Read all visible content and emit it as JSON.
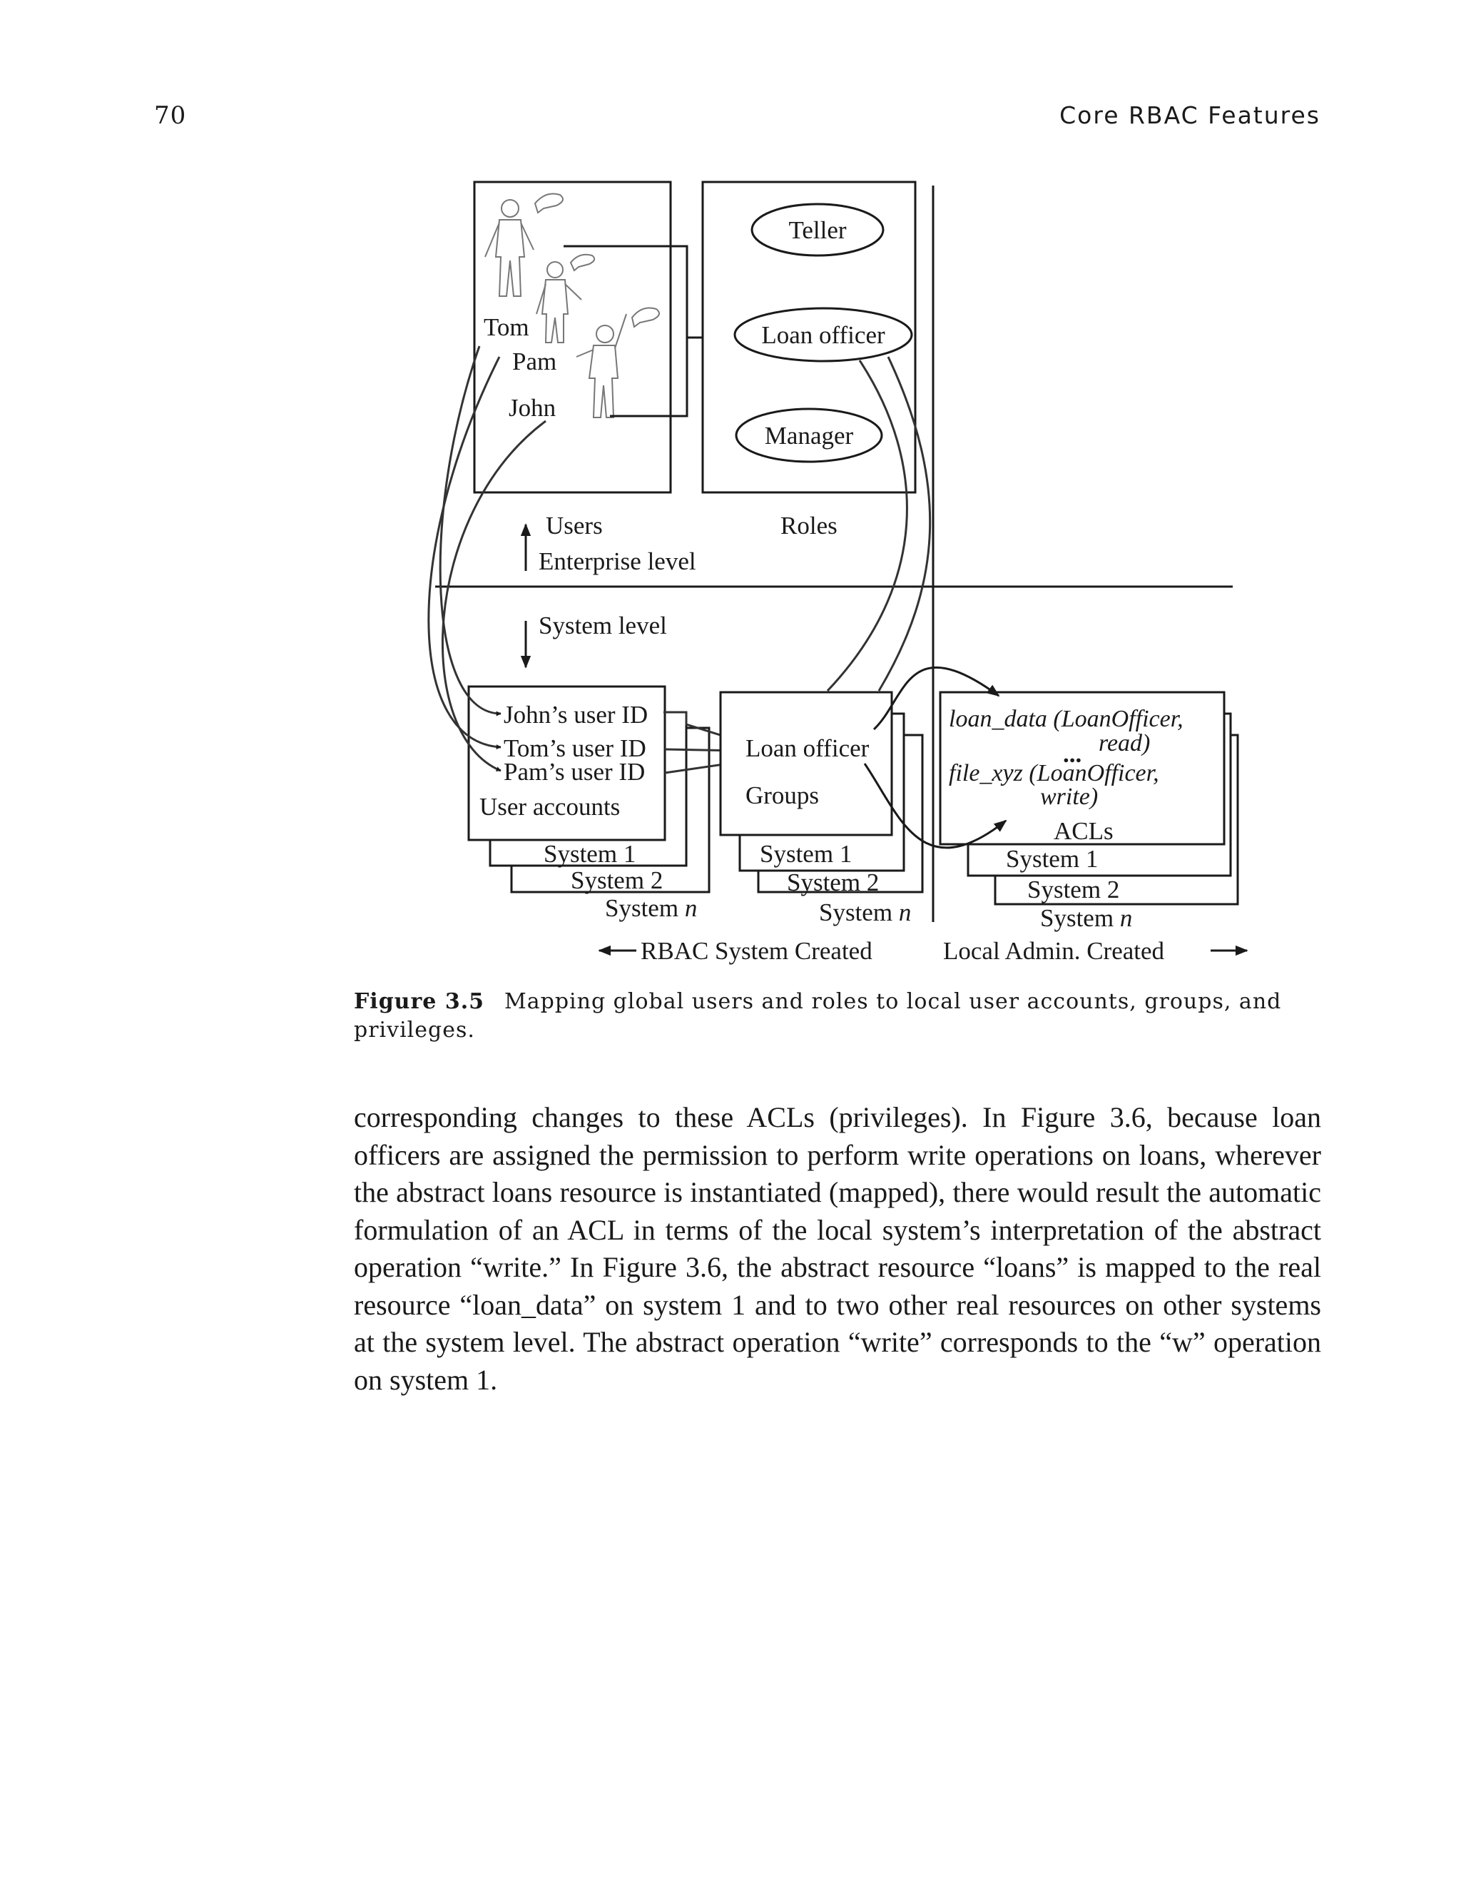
{
  "header": {
    "page_number": "70",
    "running_title": "Core RBAC Features"
  },
  "figure": {
    "user_names": [
      "Tom",
      "Pam",
      "John"
    ],
    "roles": [
      "Teller",
      "Loan officer",
      "Manager"
    ],
    "users_label": "Users",
    "roles_label": "Roles",
    "enterprise_level": "Enterprise level",
    "system_level": "System level",
    "user_ids": [
      "John’s user ID",
      "Tom’s user ID",
      "Pam’s user ID"
    ],
    "user_accounts_label": "User accounts",
    "group_name": "Loan officer",
    "groups_label": "Groups",
    "acl_lines": [
      {
        "text": "loan_data (LoanOfficer,",
        "italic": true
      },
      {
        "text": "read)",
        "italic": true
      },
      {
        "text": "...",
        "italic": false
      },
      {
        "text": "file_xyz (LoanOfficer,",
        "italic": true
      },
      {
        "text": "write)",
        "italic": true
      }
    ],
    "acls_label": "ACLs",
    "system_1": "System 1",
    "system_2": "System 2",
    "system_n_prefix": "System ",
    "system_n_suffix": "n",
    "rbac_created": "RBAC System Created",
    "local_created": "Local Admin. Created"
  },
  "caption": {
    "label": "Figure 3.5",
    "text": "Mapping global users and roles to local user accounts, groups, and privileges."
  },
  "body": {
    "paragraph": "corresponding changes to these ACLs (privileges). In Figure 3.6, because loan officers are assigned the permission to perform write operations on loans, wherever the abstract loans resource is instantiated (mapped), there would result the automatic formulation of an ACL in terms of the local system’s interpretation of the abstract operation “write.” In Figure 3.6, the abstract resource “loans” is mapped to the real resource “loan_data” on system 1 and to two other real resources on other systems at the system level. The abstract operation “write” corresponds to the “w” operation on system 1."
  }
}
